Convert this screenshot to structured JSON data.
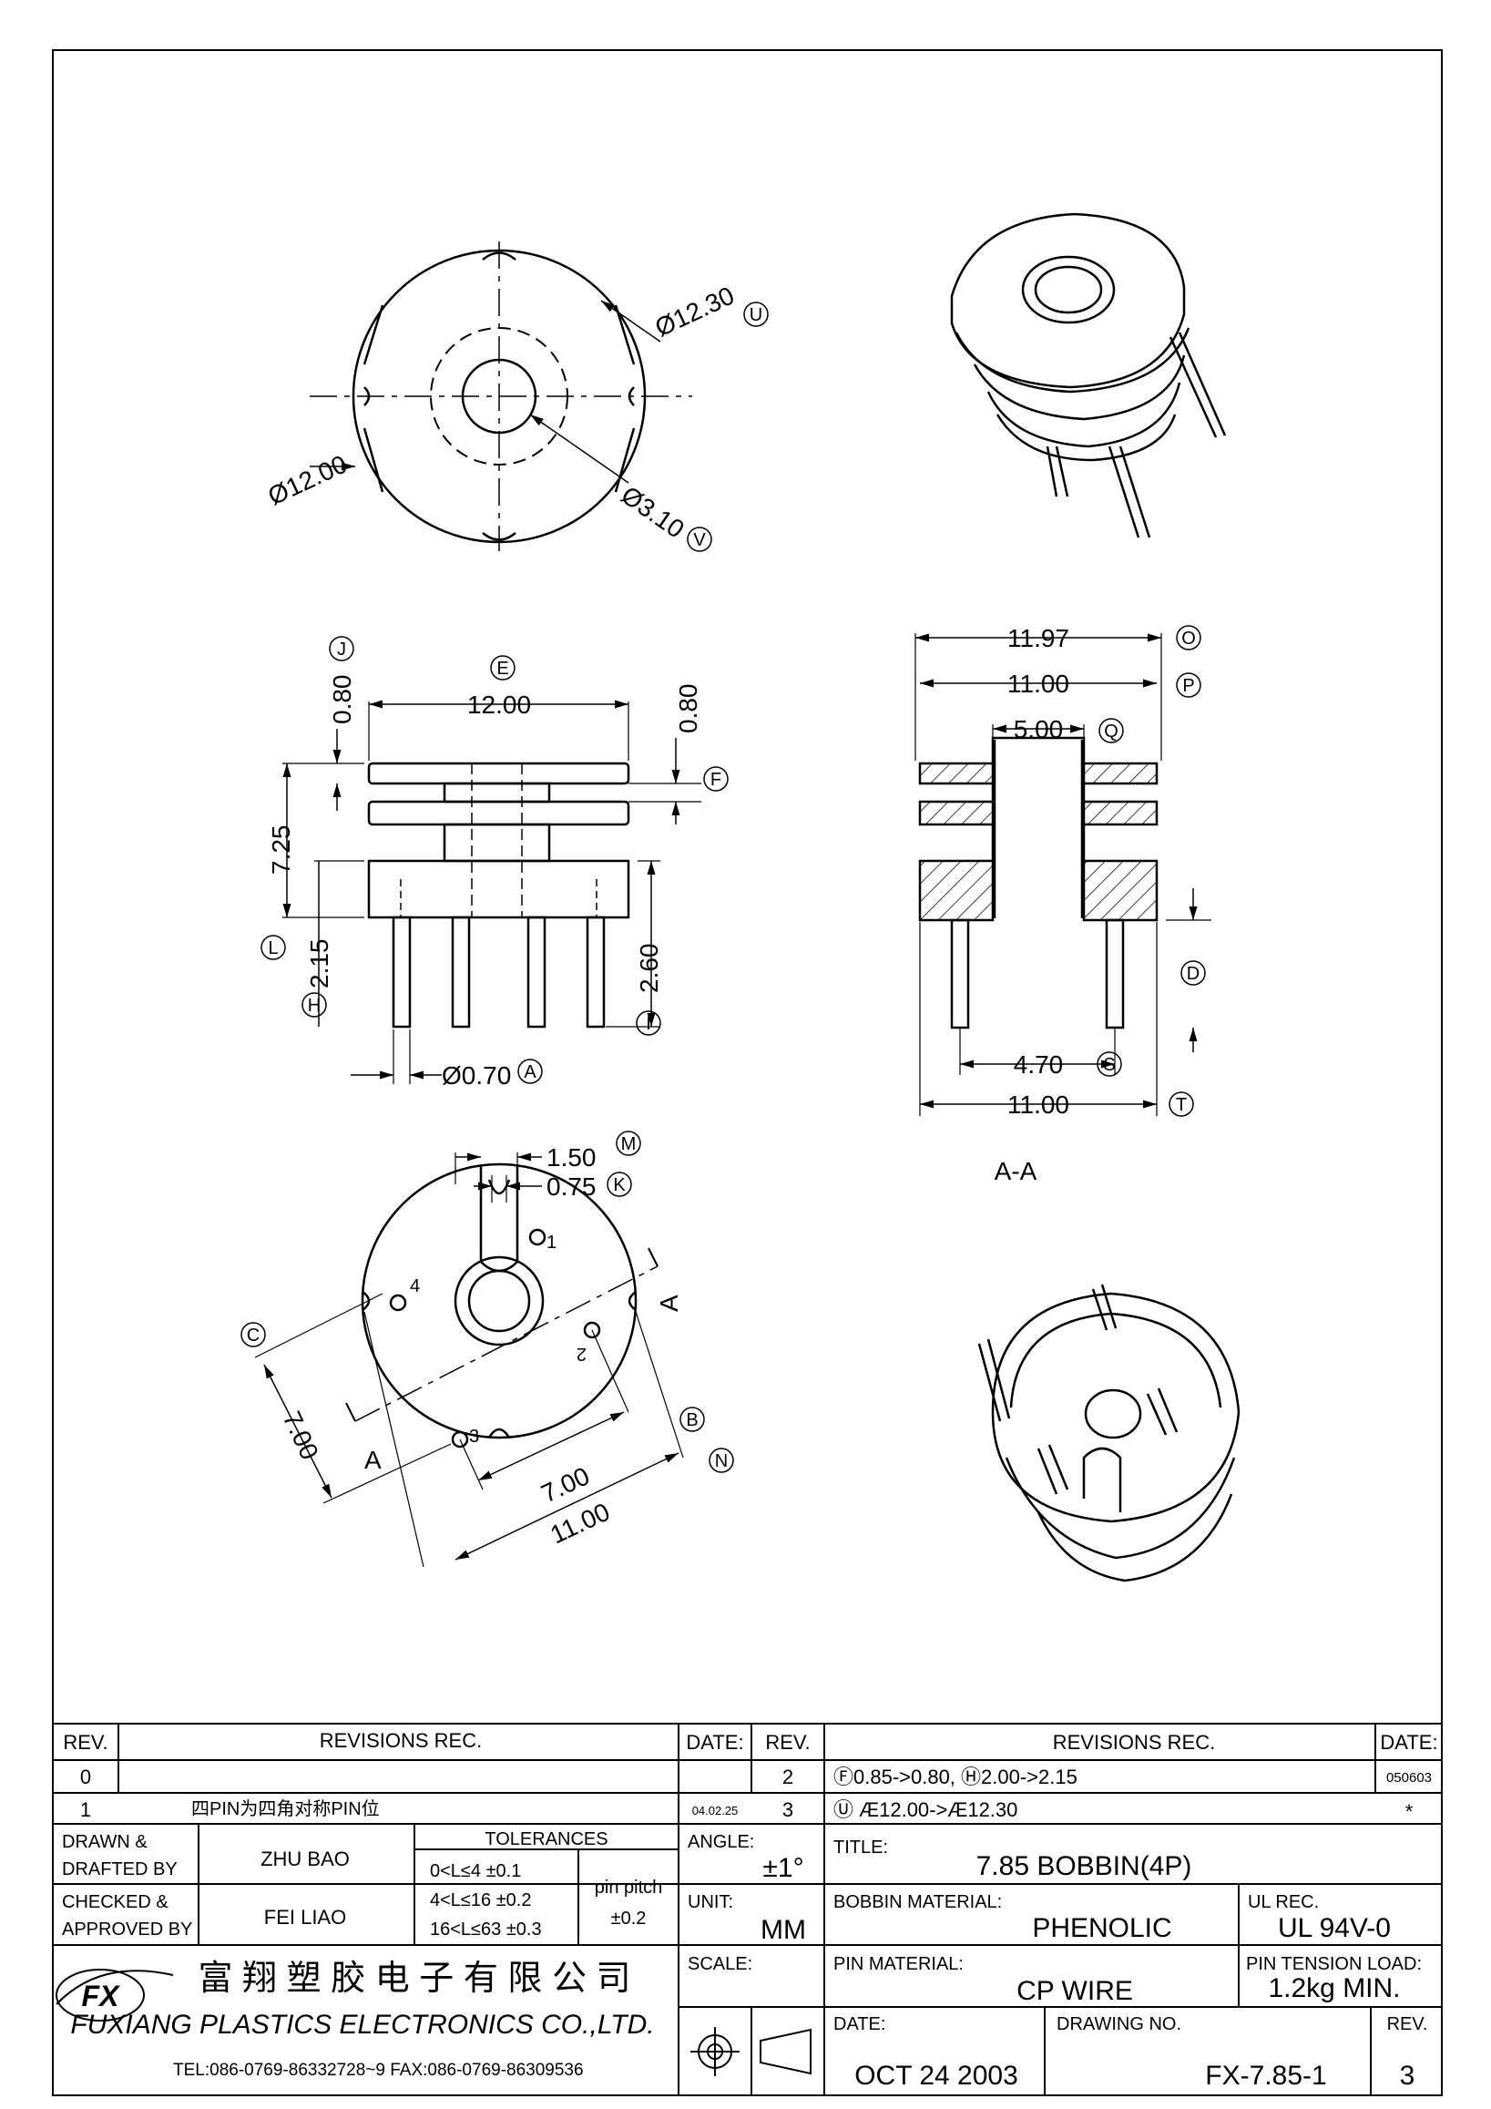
{
  "drawing": {
    "top_view_dims": {
      "outer_dia": "Ø12.30",
      "outer_dia_tag": "U",
      "base_dia": "Ø12.00",
      "hole_dia": "Ø3.10",
      "hole_dia_tag": "V"
    },
    "front_view_dims": {
      "top_width": "12.00",
      "top_width_tag": "E",
      "flange_thk_left": "0.80",
      "flange_thk_left_tag": "J",
      "flange_thk_right": "0.80",
      "flange_tag_right": "F",
      "total_height": "7.25",
      "base_height": "2.15",
      "base_height_tag_a": "L",
      "base_height_tag_b": "H",
      "pin_length": "2.60",
      "pin_length_tag": "I",
      "pin_dia": "Ø0.70",
      "pin_dia_tag": "A"
    },
    "section_view_dims": {
      "overall_width": "11.97",
      "overall_width_tag": "O",
      "flange_width": "11.00",
      "flange_width_tag": "P",
      "core_width": "5.00",
      "core_width_tag": "Q",
      "pin_spacing": "4.70",
      "pin_spacing_tag": "S",
      "base_width": "11.00",
      "base_width_tag": "T",
      "right_tag": "D",
      "section_label": "A-A"
    },
    "bottom_view_dims": {
      "slot_width": "1.50",
      "slot_width_tag": "M",
      "slot_inner": "0.75",
      "slot_inner_tag": "K",
      "pin_grid": "7.00",
      "pin_grid_tag": "C",
      "pin_grid_b": "7.00",
      "overall": "11.00",
      "tag_b": "B",
      "tag_n": "N",
      "section_mark": "A",
      "pins": [
        "1",
        "2",
        "3",
        "4"
      ]
    }
  },
  "title_block": {
    "rev_header": "REV.",
    "revisions_header": "REVISIONS  REC.",
    "date_header": "DATE:",
    "left_revisions": [
      {
        "rev": "0",
        "text": "",
        "date": ""
      },
      {
        "rev": "1",
        "text": "四PIN为四角对称PIN位",
        "date": "04.02.25"
      }
    ],
    "right_revisions": [
      {
        "rev": "2",
        "text": "Ⓕ0.85->0.80, Ⓗ2.00->2.15",
        "date": "050603"
      },
      {
        "rev": "3",
        "text": "Ⓤ Æ12.00->Æ12.30",
        "date": "*"
      }
    ],
    "drawn_label": [
      "DRAWN &",
      "DRAFTED BY"
    ],
    "drawn_by": "ZHU BAO",
    "checked_label": [
      "CHECKED &",
      "APPROVED BY"
    ],
    "checked_by": "FEI LIAO",
    "tolerances_label": "TOLERANCES",
    "tolerances": [
      "0<L≤4   ±0.1",
      "4<L≤16  ±0.2",
      "16<L≤63 ±0.3"
    ],
    "pin_pitch_label": "pin pitch",
    "pin_pitch_value": "±0.2",
    "angle_label": "ANGLE:",
    "angle_value": "±1°",
    "unit_label": "UNIT:",
    "unit_value": "MM",
    "scale_label": "SCALE:",
    "title_label": "TITLE:",
    "title_value": "7.85 BOBBIN(4P)",
    "bobbin_material_label": "BOBBIN MATERIAL:",
    "bobbin_material_value": "PHENOLIC",
    "ul_rec_label": "UL REC.",
    "ul_rec_value": "UL 94V-0",
    "pin_material_label": "PIN MATERIAL:",
    "pin_material_value": "CP WIRE",
    "pin_tension_label": "PIN TENSION LOAD:",
    "pin_tension_value": "1.2kg MIN.",
    "date_label": "DATE:",
    "date_value": "OCT 24 2003",
    "drawing_no_label": "DRAWING NO.",
    "drawing_no_value": "FX-7.85-1",
    "rev_label": "REV.",
    "rev_value": "3",
    "company_cn": "富 翔 塑 胶 电 子 有 限 公 司",
    "company_en": "FUXIANG PLASTICS ELECTRONICS CO.,LTD.",
    "company_contact": "TEL:086-0769-86332728~9  FAX:086-0769-86309536",
    "logo_text": "FX"
  }
}
